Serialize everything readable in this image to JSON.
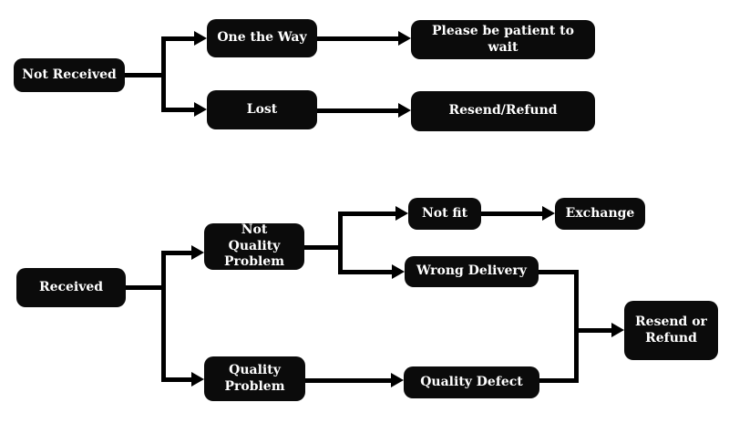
{
  "diagram": {
    "type": "flowchart",
    "background_color": "#ffffff",
    "node_background_color": "#0b0b0b",
    "node_text_color": "#ffffff",
    "line_color": "#000000",
    "nodes": {
      "not_received": "Not Received",
      "one_the_way": "One the Way",
      "please_wait": "Please be patient to wait",
      "lost": "Lost",
      "resend_refund": "Resend/Refund",
      "received": "Received",
      "not_quality_problem": "Not Quality Problem",
      "quality_problem": "Quality Problem",
      "not_fit": "Not fit",
      "exchange": "Exchange",
      "wrong_delivery": "Wrong Delivery",
      "quality_defect": "Quality Defect",
      "resend_or_refund": "Resend or Refund"
    },
    "edges": [
      {
        "from": "Not Received",
        "to": "One the Way"
      },
      {
        "from": "Not Received",
        "to": "Lost"
      },
      {
        "from": "One the Way",
        "to": "Please be patient to wait"
      },
      {
        "from": "Lost",
        "to": "Resend/Refund"
      },
      {
        "from": "Received",
        "to": "Not Quality Problem"
      },
      {
        "from": "Received",
        "to": "Quality Problem"
      },
      {
        "from": "Not Quality Problem",
        "to": "Not fit"
      },
      {
        "from": "Not Quality Problem",
        "to": "Wrong Delivery"
      },
      {
        "from": "Not fit",
        "to": "Exchange"
      },
      {
        "from": "Quality Problem",
        "to": "Quality Defect"
      },
      {
        "from": "Wrong Delivery",
        "to": "Resend or Refund"
      },
      {
        "from": "Quality Defect",
        "to": "Resend or Refund"
      }
    ]
  }
}
